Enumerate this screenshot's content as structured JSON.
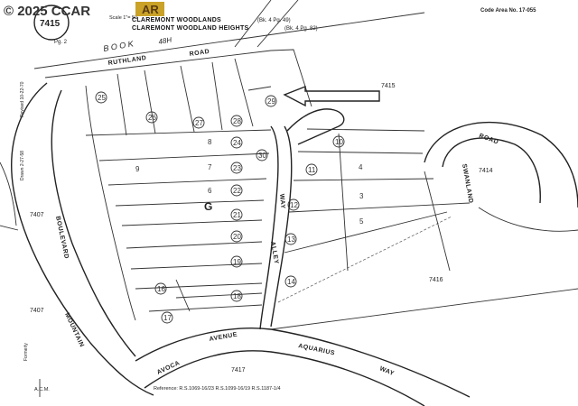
{
  "watermark": {
    "text": "© 2025 CCAR",
    "logo_color": "#c9a227"
  },
  "header": {
    "code_area": "Code Area No. 17-055",
    "book": "7415",
    "page": "Pg. 2",
    "scale": "Scale 1\"= 50'",
    "subdivision_1": "CLAREMONT WOODLANDS",
    "subdivision_1_ref": "(Bk. 4 Pg. 49)",
    "subdivision_2": "CLAREMONT WOODLAND HEIGHTS",
    "subdivision_2_ref": "(Bk. 4 Pg. 82)",
    "book_stamp": "B O O K",
    "book_stamp_no": "48H"
  },
  "roads": {
    "rutland": "RUTHLAND",
    "rutland_suffix": "ROAD",
    "boulevard": "BOULEVARD",
    "mountain": "MOUNTAIN",
    "alley": "ALLEY",
    "way": "WAY",
    "avoca": "AVOCA",
    "avenue": "AVENUE",
    "aquarius": "AQUARIUS",
    "aquarius_way": "WAY",
    "swanland": "SWANLAND",
    "road_ne": "ROAD"
  },
  "adjacent_books": [
    "7415",
    "7414",
    "7407",
    "7407",
    "7416",
    "7417"
  ],
  "block_letter": "G",
  "parcels": [
    "29",
    "28",
    "27",
    "26",
    "30",
    "25",
    "24",
    "23",
    "22",
    "21",
    "20",
    "19",
    "18",
    "17",
    "16",
    "10",
    "11",
    "12",
    "13",
    "14",
    "4",
    "5",
    "3",
    "9",
    "8",
    "7",
    "6"
  ],
  "side_labels": [
    "Revised 10-22-70",
    "Drawn 2-27-58",
    "Formerly"
  ],
  "footer": {
    "reference": "Reference: R.S.1069-16/23  R.S.1099-16/19  R.S.1187-1/4",
    "initials": "A.C.M."
  },
  "colors": {
    "ink": "#222222",
    "paper": "#ffffff"
  }
}
